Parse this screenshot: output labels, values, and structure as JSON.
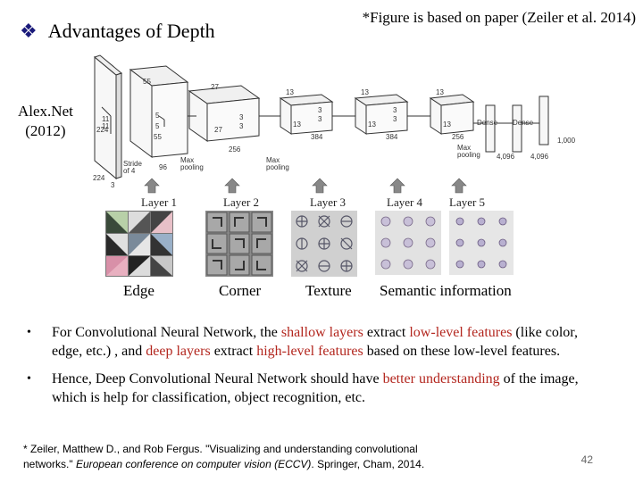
{
  "slide": {
    "title": "Advantages of Depth",
    "source_note": "*Figure is based on paper (Zeiler et al. 2014)",
    "arch_label_line1": "Alex.Net",
    "arch_label_line2": "(2012)"
  },
  "architecture": {
    "dims": {
      "input_a": "224",
      "input_b": "224",
      "input_c": "3",
      "k11a": "11",
      "k11b": "11",
      "stride": "Stride",
      "of4": "of 4",
      "l1_55a": "55",
      "l1_55b": "55",
      "l1_5a": "5",
      "l1_5b": "5",
      "l1_96": "96",
      "l2_27a": "27",
      "l2_27b": "27",
      "l2_3a": "3",
      "l2_3b": "3",
      "l2_256": "256",
      "l3_13a": "13",
      "l3_13b": "13",
      "l3_3a": "3",
      "l3_3b": "3",
      "l3_384": "384",
      "l4_13a": "13",
      "l4_13b": "13",
      "l4_3a": "3",
      "l4_3b": "3",
      "l4_384": "384",
      "l5_13a": "13",
      "l5_13b": "13",
      "l5_256": "256",
      "maxpool1a": "Max",
      "maxpool1b": "pooling",
      "maxpool2a": "Max",
      "maxpool2b": "pooling",
      "maxpool3a": "Max",
      "maxpool3b": "pooling",
      "dense1": "Dense",
      "dense2": "Dense",
      "fc1": "4,096",
      "fc2": "4,096",
      "out": "1,000"
    },
    "layer_labels": [
      "Layer 1",
      "Layer 2",
      "Layer 3",
      "Layer 4",
      "Layer 5"
    ]
  },
  "features": {
    "edge": "Edge",
    "corner": "Corner",
    "texture": "Texture",
    "semantic": "Semantic information"
  },
  "bullets": {
    "b1_p1": "For Convolutional Neural Network, the ",
    "b1_red1": "shallow layers",
    "b1_p2": " extract ",
    "b1_red2": "low-level features",
    "b1_p3": " (like color, edge, etc.) , and ",
    "b1_red3": "deep layers",
    "b1_p4": " extract ",
    "b1_red4": "high-level features",
    "b1_p5": " based on these low-level features.",
    "b2_p1": "Hence, Deep Convolutional Neural Network should have ",
    "b2_red1": "better understanding",
    "b2_p2": " of the image, which is help for classification, object recognition, etc."
  },
  "footnote": {
    "line1": "* Zeiler, Matthew D., and Rob Fergus. \"Visualizing and understanding convolutional",
    "line2_a": "networks.\" ",
    "line2_italic": "European conference on computer vision (ECCV)",
    "line2_b": ". Springer, Cham, 2014."
  },
  "page_number": "42",
  "colors": {
    "accent_red": "#b3261e",
    "bullet_diamond": "#1a1a7a"
  }
}
